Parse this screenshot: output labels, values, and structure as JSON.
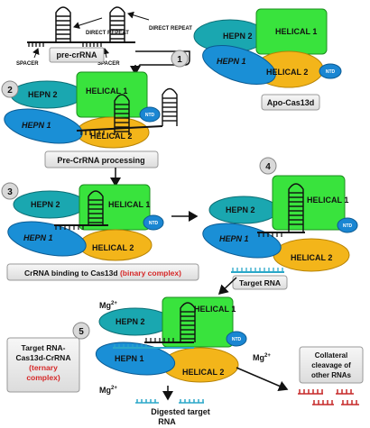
{
  "pre_crrna": {
    "label": "pre-crRNA",
    "direct_repeat_1": "DIRECT REPEAT",
    "direct_repeat_2": "DIRECT REPEAT",
    "spacer_1": "SPACER",
    "spacer_2": "SPACER"
  },
  "domains": {
    "hepn2": "HEPN 2",
    "hepn1": "HEPN 1",
    "helical1": "HELICAL 1",
    "helical2": "HELICAL 2",
    "ntd": "NTD"
  },
  "steps": {
    "s1": "1",
    "s2": "2",
    "s3": "3",
    "s4": "4",
    "s5": "5"
  },
  "labels": {
    "apo": "Apo-Cas13d",
    "processing": "Pre-CrRNA processing",
    "binding_prefix": "CrRNA binding to Cas13d ",
    "binding_highlight": "(binary complex)",
    "target_rna": "Target RNA",
    "ternary_line1": "Target RNA-",
    "ternary_line2": "Cas13d-CrRNA",
    "ternary_line3": "(ternary",
    "ternary_line4": "complex)",
    "collateral_line1": "Collateral",
    "collateral_line2": "cleavage of",
    "collateral_line3": "other RNAs",
    "digested_line1": "Digested  target",
    "digested_line2": "RNA",
    "mg": "Mg",
    "mg_sup": "2+"
  },
  "colors": {
    "helical1": "#39e33d",
    "helical2": "#f3b51a",
    "hepn2": "#1aa7b0",
    "hepn1": "#1a8fd6",
    "ntd": "#1a86d2",
    "accent_red": "#d62828",
    "target_rna": "#2aa7c8",
    "collateral_rna": "#c62828"
  }
}
